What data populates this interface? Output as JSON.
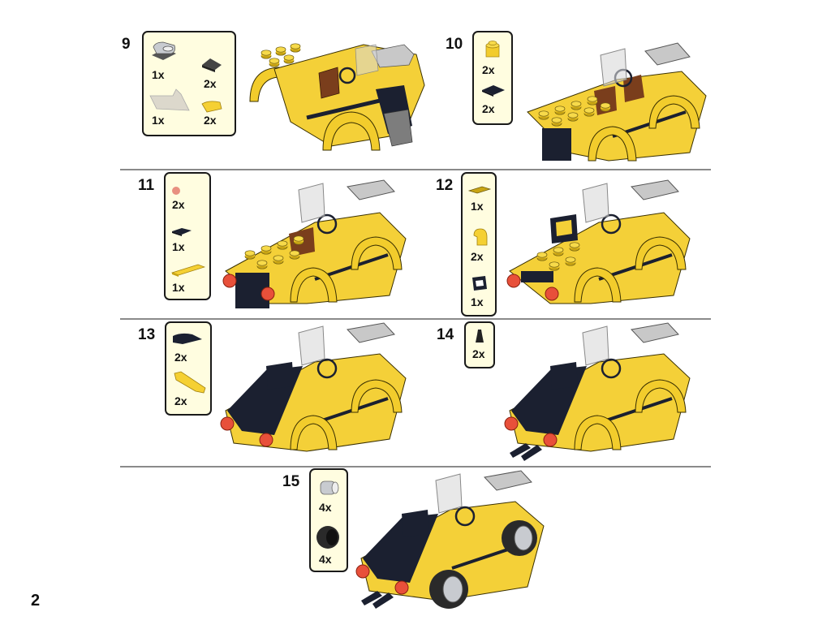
{
  "page": {
    "number": "2"
  },
  "colors": {
    "callout_bg": "#fffde0",
    "callout_border": "#1a1a1a",
    "divider": "#8a8a8a",
    "brick_yellow": "#f5d033",
    "brick_yellow_dark": "#c9a514",
    "brick_black": "#1b2030",
    "brick_gray": "#c8c8c8",
    "brick_brown": "#7a3e1c",
    "trans_red": "#e8503a",
    "tan": "#dcd8cc"
  },
  "steps": [
    {
      "number": "9",
      "parts": [
        {
          "name": "gray-engine-air-scoop",
          "qty": "1x"
        },
        {
          "name": "black-slope-1x2",
          "qty": "2x"
        },
        {
          "name": "light-gray-windscreen",
          "qty": "1x"
        },
        {
          "name": "yellow-curved-slope",
          "qty": "2x"
        }
      ]
    },
    {
      "number": "10",
      "parts": [
        {
          "name": "yellow-brick-1x1",
          "qty": "2x"
        },
        {
          "name": "black-plate-2x2",
          "qty": "2x"
        }
      ]
    },
    {
      "number": "11",
      "parts": [
        {
          "name": "trans-red-round-tile",
          "qty": "2x"
        },
        {
          "name": "black-plate-1x2",
          "qty": "1x"
        },
        {
          "name": "yellow-plate-1x4",
          "qty": "1x"
        }
      ]
    },
    {
      "number": "12",
      "parts": [
        {
          "name": "yellow-tile-1x2",
          "qty": "1x"
        },
        {
          "name": "yellow-curved-brick",
          "qty": "2x"
        },
        {
          "name": "black-windscreen",
          "qty": "1x"
        }
      ]
    },
    {
      "number": "13",
      "parts": [
        {
          "name": "black-curved-slope",
          "qty": "2x"
        },
        {
          "name": "yellow-curved-slope-long",
          "qty": "2x"
        }
      ]
    },
    {
      "number": "14",
      "parts": [
        {
          "name": "black-cone-exhaust",
          "qty": "2x"
        }
      ]
    },
    {
      "number": "15",
      "parts": [
        {
          "name": "light-gray-wheel-rim",
          "qty": "4x"
        },
        {
          "name": "black-tire",
          "qty": "4x"
        }
      ]
    }
  ]
}
